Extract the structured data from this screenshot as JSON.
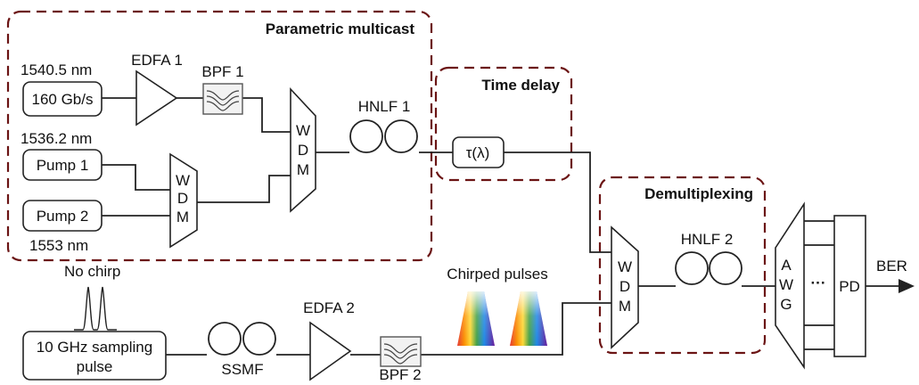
{
  "regions": {
    "multicast": "Parametric multicast",
    "delay": "Time delay",
    "demux": "Demultiplexing"
  },
  "signal": {
    "wavelength": "1540.5 nm",
    "rate": "160 Gb/s"
  },
  "pumps": {
    "pump1_wavelength": "1536.2 nm",
    "pump1": "Pump 1",
    "pump2": "Pump 2",
    "pump2_wavelength": "1553 nm"
  },
  "components": {
    "edfa1": "EDFA 1",
    "bpf1": "BPF 1",
    "wdm_letters": [
      "W",
      "D",
      "M"
    ],
    "hnlf1": "HNLF 1",
    "delay_element": "τ(λ)",
    "hnlf2": "HNLF 2",
    "awg_letters": [
      "A",
      "W",
      "G"
    ],
    "dots": "···",
    "pd": "PD",
    "ber": "BER"
  },
  "clock": {
    "no_chirp": "No chirp",
    "source_line1": "10 GHz sampling",
    "source_line2": "pulse",
    "ssmf": "SSMF",
    "edfa2": "EDFA 2",
    "bpf2": "BPF 2",
    "chirped": "Chirped pulses"
  },
  "colors": {
    "region_border": "#6b1414",
    "line": "#222222"
  }
}
